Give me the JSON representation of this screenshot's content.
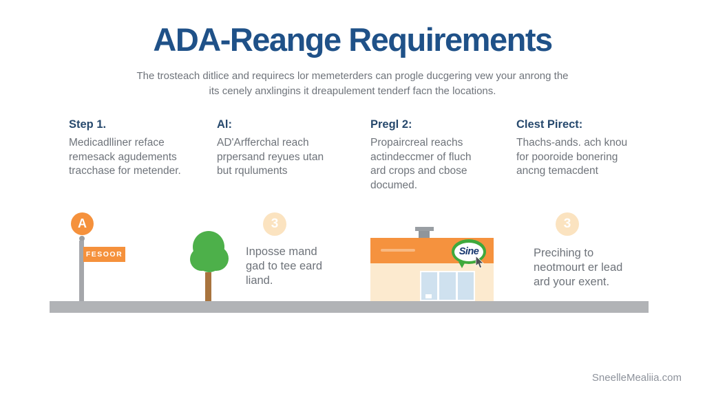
{
  "title": "ADA-Reange Requirements",
  "subtitle": "The trosteach ditlice and requirecs lor memeterders can progle ducgering vew your anrong the\nits cenely anxlingins it dreapulement tenderf facn the locations.",
  "columns": [
    {
      "heading": "Step 1.",
      "body": "Medicadlliner reface\nremesack agudements\ntracchase for metender."
    },
    {
      "heading": "Al:",
      "body": "AD'Arfferchal reach\nprpersand reyues utan\nbut rquluments"
    },
    {
      "heading": "Pregl 2:",
      "body": "Propaircreal reachs\nactindeccmer of fluch\nard crops and cbose\ndocumed."
    },
    {
      "heading": "Clest Pirect:",
      "body": "Thachs-ands. ach knou\nfor pooroide bonering\nancng temacdent"
    }
  ],
  "illustrations": {
    "street_sign": {
      "badge_letter": "A",
      "sign_text": "FESOOR"
    },
    "tree_note": {
      "badge_number": "3",
      "text": "Inposse mand\ngad to tee eard\nliand."
    },
    "store": {
      "logo_text": "Sine"
    },
    "right_note": {
      "badge_number": "3",
      "text": "Precihing to\nneotmourt er lead\nard your exent."
    }
  },
  "footer": {
    "watermark": "SneelleMealiia.com"
  },
  "colors": {
    "title_blue": "#1f5188",
    "heading_navy": "#27496d",
    "body_gray": "#6e737a",
    "accent_orange": "#f5913c",
    "pale_peach": "#fbe3c0",
    "tree_green": "#4db04a",
    "trunk_brown": "#a8743e",
    "ground_gray": "#b1b3b6",
    "badge_green": "#3fa93c",
    "logo_navy": "#16366e",
    "door_blue": "#cfe1ef"
  }
}
